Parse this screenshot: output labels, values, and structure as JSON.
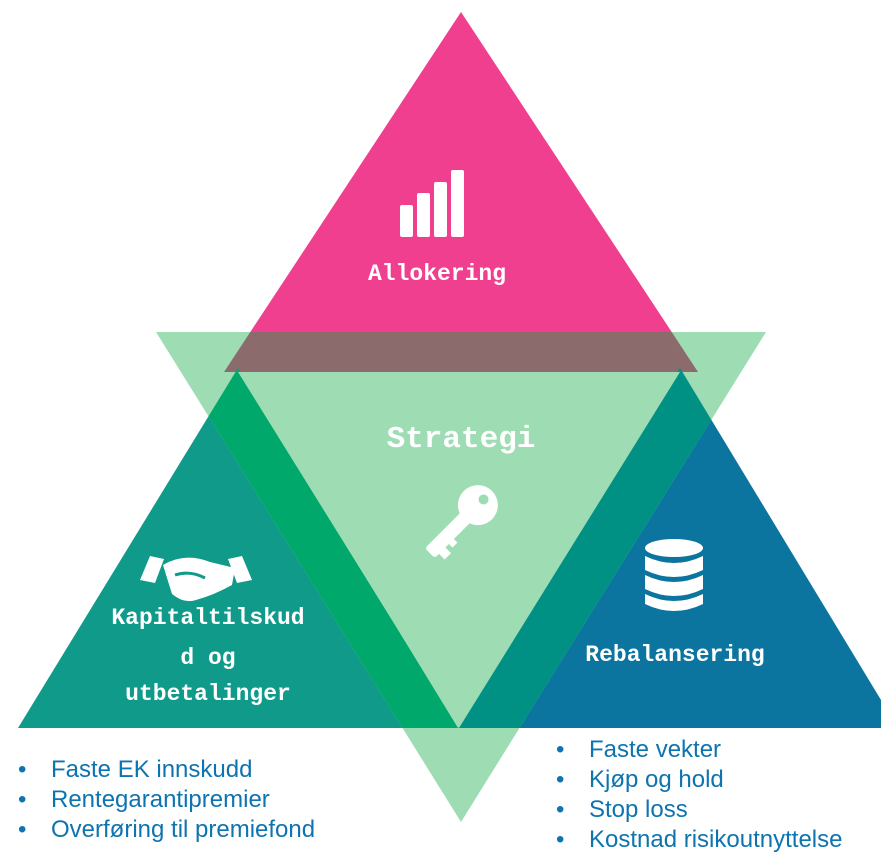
{
  "labels": {
    "top": "Allokering",
    "center": "Strategi",
    "left_line1": "Kapitaltilskud",
    "left_line2": "d og",
    "left_line3": "utbetalinger",
    "right": "Rebalansering"
  },
  "icons": {
    "top": "bar-chart-icon",
    "center": "key-icon",
    "left": "handshake-icon",
    "right": "database-icon"
  },
  "left_list": [
    "Faste EK innskudd",
    "Rentegarantipremier",
    "Overføring til premiefond"
  ],
  "right_list": [
    "Faste vekter",
    "Kjøp og hold",
    "Stop loss",
    "Kostnad risikoutnyttelse"
  ],
  "bullet": "•",
  "colors": {
    "top_triangle": "#ef3f8e",
    "center_triangle": "#9edcb4",
    "left_triangle": "#0f9a8a",
    "right_triangle": "#0b75a0",
    "overlap_top": "#8c6b6d",
    "overlap_left": "#00a86b",
    "overlap_right": "#009184",
    "bullet_text": "#0e74b0"
  }
}
